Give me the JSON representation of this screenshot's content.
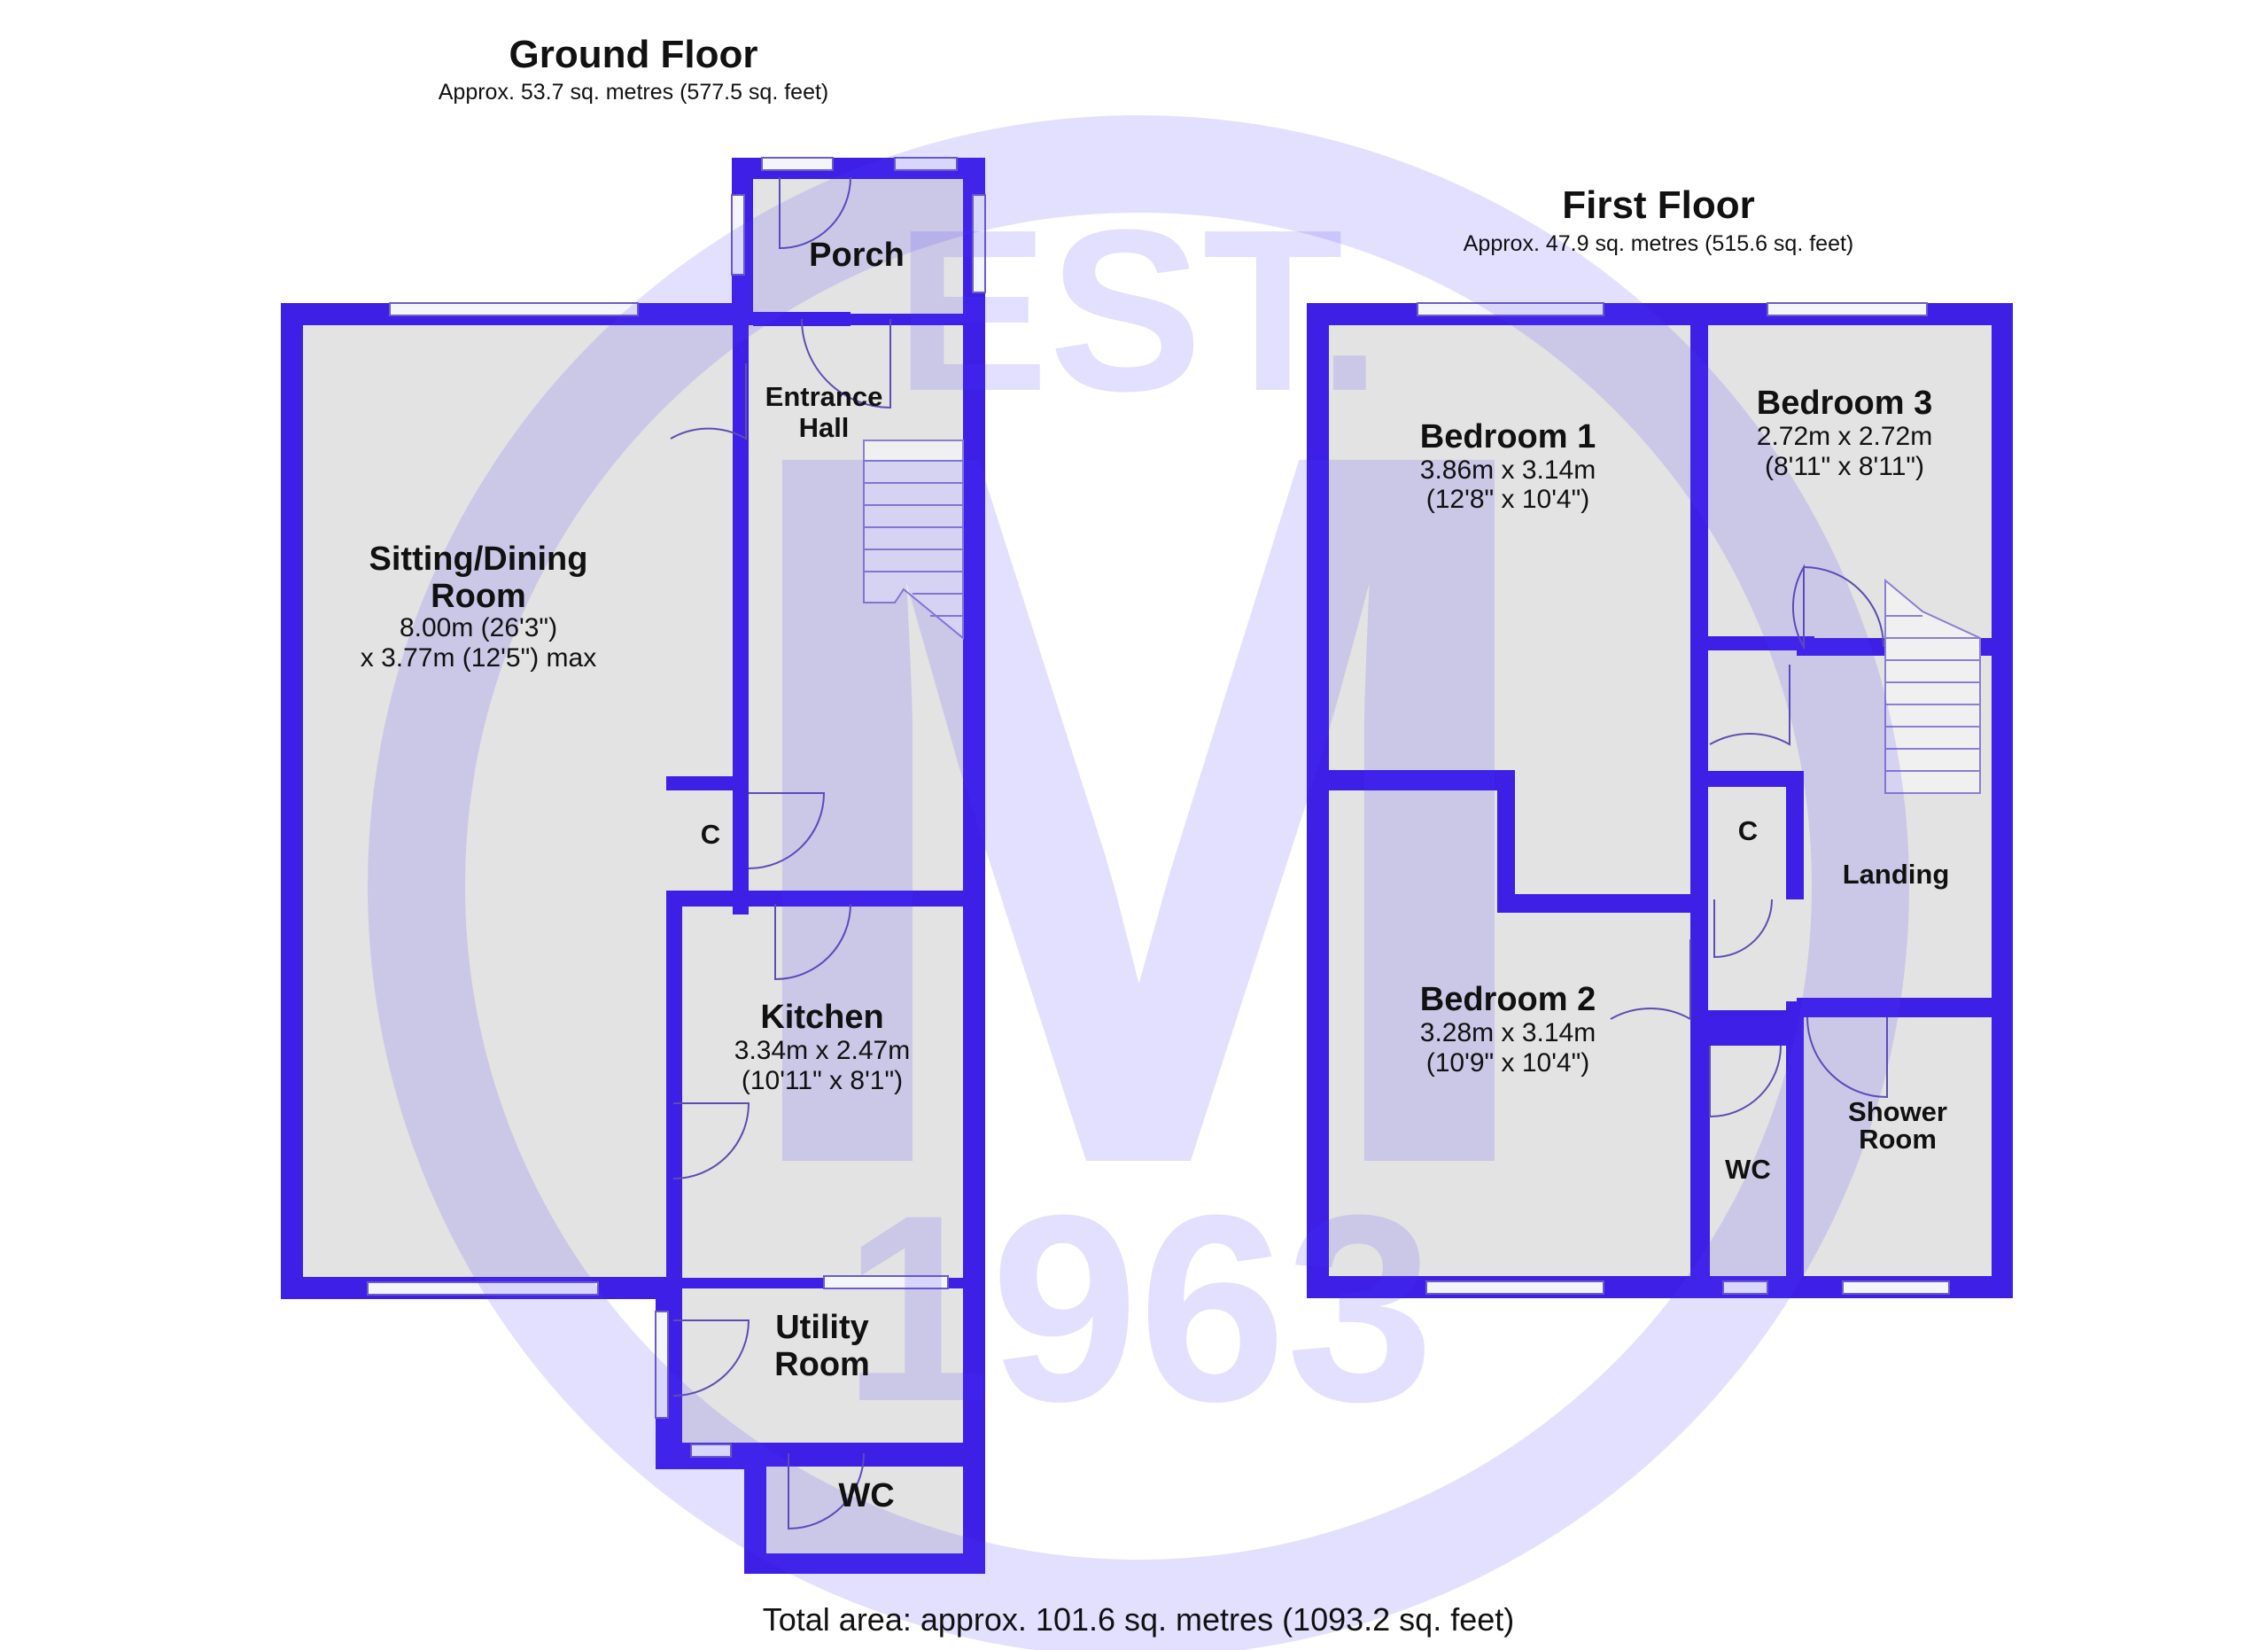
{
  "ground_floor": {
    "title": "Ground Floor",
    "area": "Approx. 53.7 sq. metres (577.5 sq. feet)",
    "rooms": {
      "porch": {
        "name": "Porch"
      },
      "entrance_hall": {
        "name_line1": "Entrance",
        "name_line2": "Hall"
      },
      "sitting_dining": {
        "name_line1": "Sitting/Dining",
        "name_line2": "Room",
        "dim_line1": "8.00m (26'3\")",
        "dim_line2": "x 3.77m (12'5\") max"
      },
      "cupboard": {
        "name": "C"
      },
      "kitchen": {
        "name": "Kitchen",
        "dim_line1": "3.34m x 2.47m",
        "dim_line2": "(10'11\" x 8'1\")"
      },
      "utility": {
        "name_line1": "Utility",
        "name_line2": "Room"
      },
      "wc": {
        "name": "WC"
      }
    }
  },
  "first_floor": {
    "title": "First Floor",
    "area": "Approx. 47.9 sq. metres (515.6 sq. feet)",
    "rooms": {
      "bedroom1": {
        "name": "Bedroom 1",
        "dim_line1": "3.86m x 3.14m",
        "dim_line2": "(12'8\" x 10'4\")"
      },
      "bedroom3": {
        "name": "Bedroom 3",
        "dim_line1": "2.72m x 2.72m",
        "dim_line2": "(8'11\" x 8'11\")"
      },
      "cupboard": {
        "name": "C"
      },
      "landing": {
        "name": "Landing"
      },
      "bedroom2": {
        "name": "Bedroom 2",
        "dim_line1": "3.28m x 3.14m",
        "dim_line2": "(10'9\" x 10'4\")"
      },
      "wc": {
        "name": "WC"
      },
      "shower": {
        "name_line1": "Shower",
        "name_line2": "Room"
      }
    }
  },
  "total_area": "Total area: approx. 101.6 sq. metres (1093.2 sq. feet)",
  "watermark": {
    "top_text": "EST.",
    "letter": "M",
    "year": "1963"
  },
  "colors": {
    "wall": "#3d1fe6",
    "floor": "#e3e3e3",
    "watermark": "#4f3dff"
  }
}
